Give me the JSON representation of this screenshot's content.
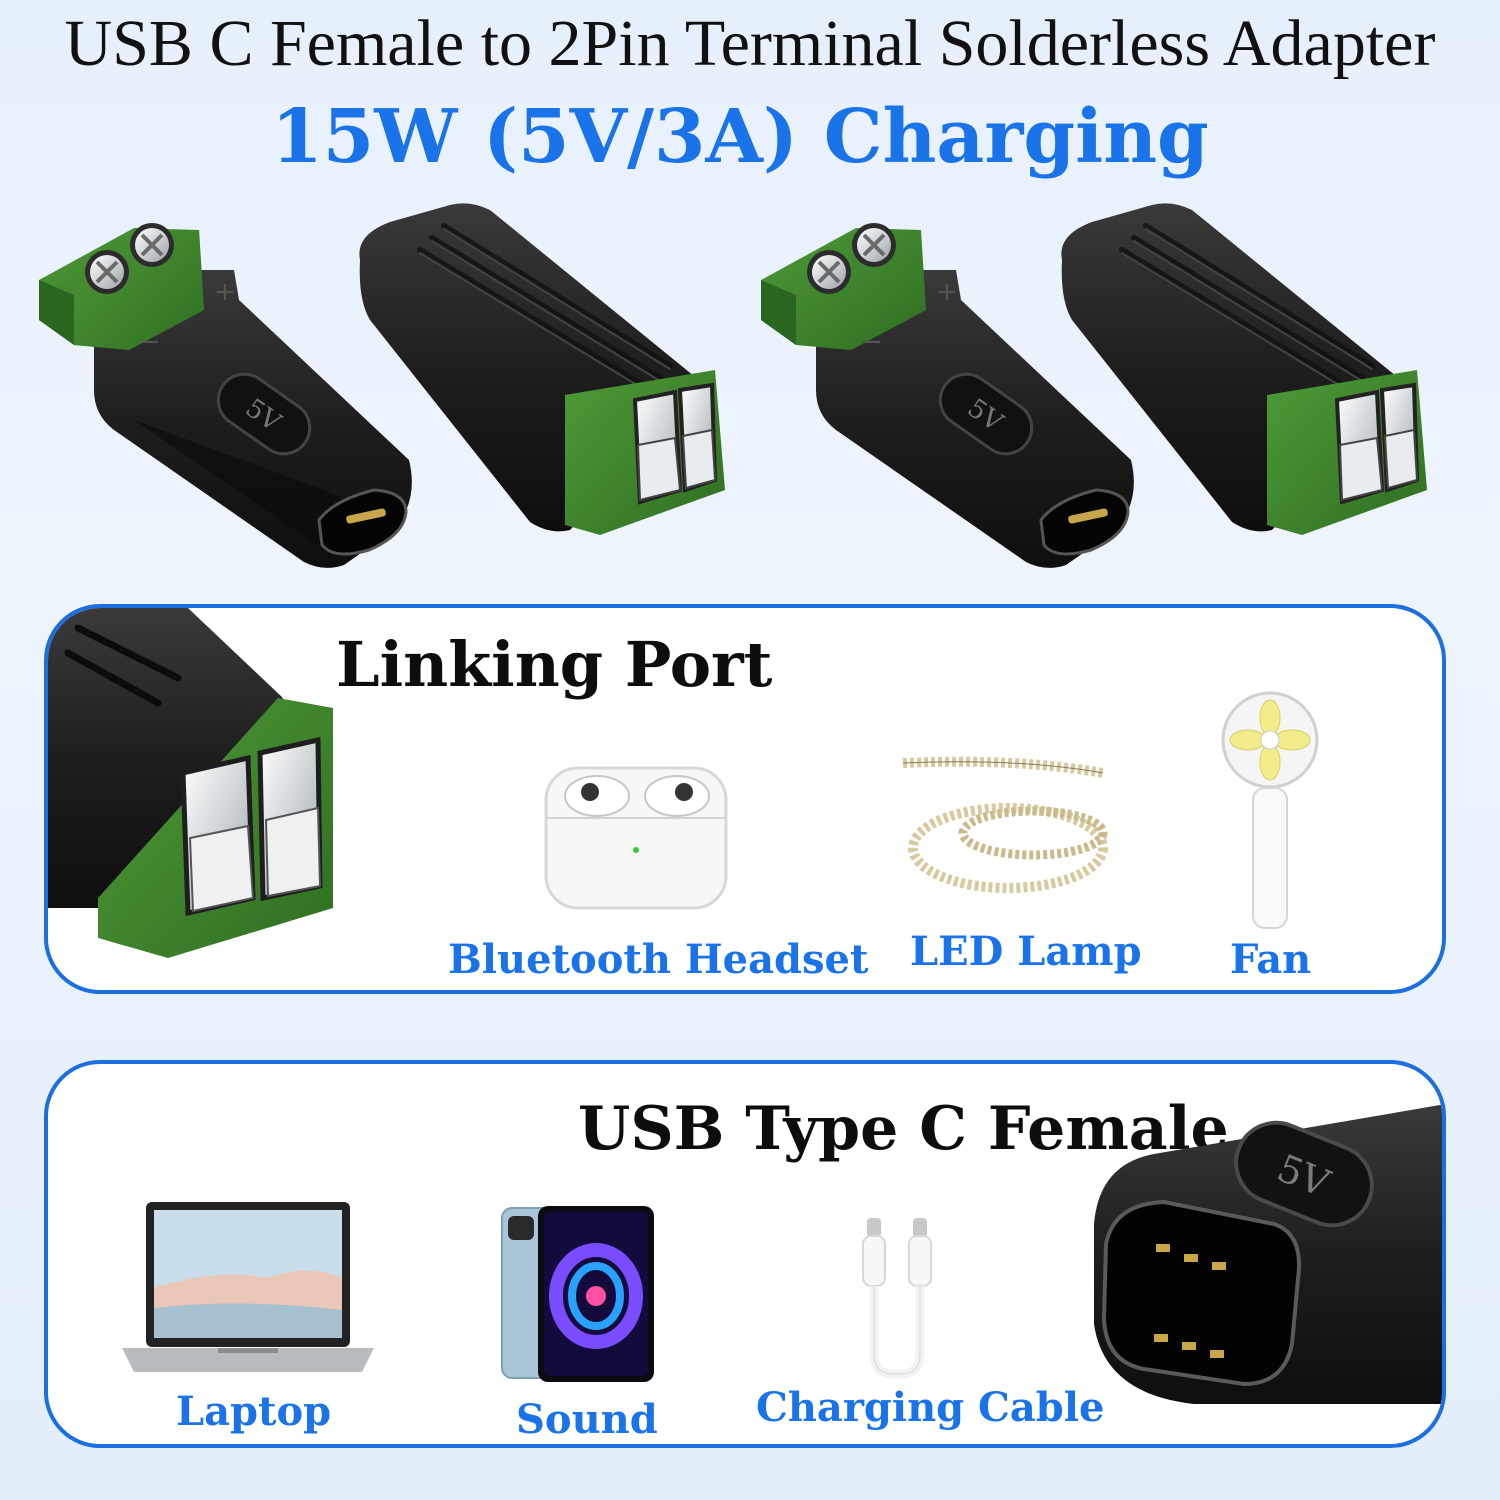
{
  "header": {
    "title": "USB C Female to 2Pin Terminal Solderless Adapter",
    "subtitle": "15W (5V/3A) Charging"
  },
  "product": {
    "badge": "5V",
    "polarity_minus": "−",
    "polarity_plus": "+"
  },
  "linking_panel": {
    "heading": "Linking Port",
    "devices": [
      {
        "label": "Bluetooth Headset",
        "icon": "earbuds-case-icon"
      },
      {
        "label": "LED Lamp",
        "icon": "led-strip-icon"
      },
      {
        "label": "Fan",
        "icon": "handheld-fan-icon"
      }
    ]
  },
  "typec_panel": {
    "heading": "USB Type C Female",
    "badge": "5V",
    "devices": [
      {
        "label": "Laptop",
        "icon": "laptop-icon"
      },
      {
        "label": "Sound",
        "icon": "tablet-icon"
      },
      {
        "label": "Charging Cable",
        "icon": "usb-c-cable-icon"
      }
    ]
  },
  "colors": {
    "accent": "#1a73e8",
    "panel_border": "#1c6fe0",
    "terminal_green": "#3f8a2c",
    "body_black": "#1b1b1b"
  }
}
